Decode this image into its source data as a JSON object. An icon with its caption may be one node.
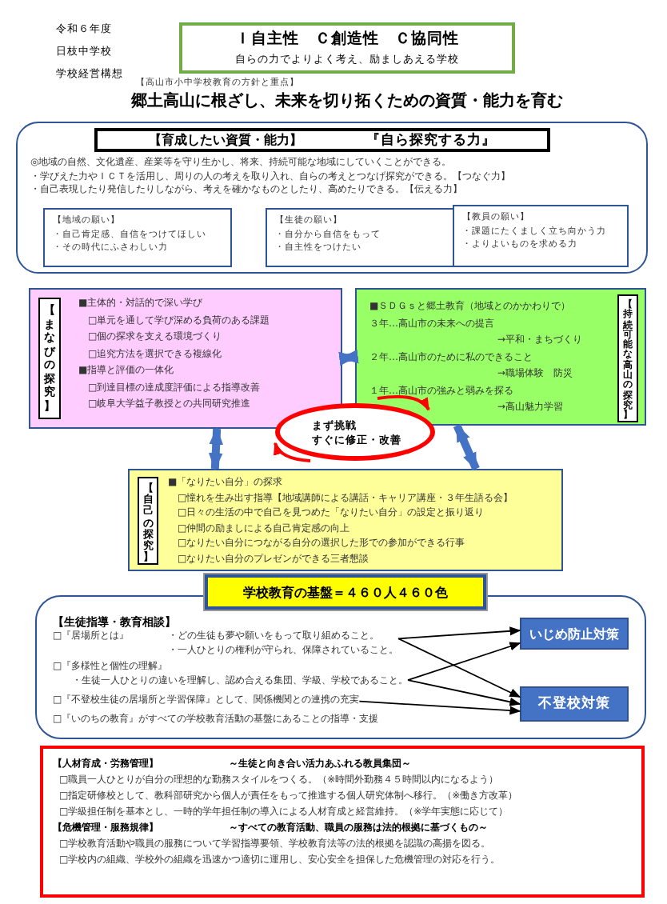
{
  "diagram": {
    "title": "郷土高山に根ざし、未来を切り拓くための資質・能力を育む",
    "nodes": [
      {
        "text": [
          "Ｉ自主性　Ｃ創造性　Ｃ協同性",
          "自らの力でよりよく考え、励ましあえる学校"
        ]
      },
      {
        "text": [
          "◎地域の自然、文化遺産、産業等を守り生かし、将来、持続可能な地域にしていくことができる。",
          "・学びえた力やＩＣＴを活用し、周りの人の考えを取り入れ、自らの考えとつなげ探究ができる。【つなぐ力】",
          "・自己表現したり発信したりしながら、考えを確かなものとしたり、高めたりできる。【伝える力】"
        ]
      },
      {
        "text": [
          "【育成したい資質・能力】",
          "『自ら探究する力』"
        ],
        "in": 1
      },
      {
        "text": [
          "【地域の願い】",
          "・自己肯定感、自信をつけてほしい",
          "・その時代にふさわしい力"
        ],
        "in": 1
      },
      {
        "text": [
          "【生徒の願い】",
          "・自分から自信をもって",
          "・自主性をつけたい"
        ],
        "in": 1
      },
      {
        "text": [
          "【教員の願い】",
          "・課題にたくましく立ち向かう力",
          "・よりよいものを求める力"
        ],
        "in": 1
      },
      {
        "text": [
          "■主体的・対話的で深い学び",
          "□単元を通して学び深める負荷のある課題",
          "□個の探求を支える環境づくり",
          "□追究方法を選択できる複線化",
          "■指導と評価の一体化",
          "□到達目標の達成度評価による指導改善",
          "□岐阜大学益子教授との共同研究推進"
        ]
      },
      {
        "text": [
          "【まなびの探究】"
        ],
        "in": 6
      },
      {
        "text": [
          "■ＳＤＧｓと郷土教育（地域とのかかわりで）",
          "３年…高山市の未来への提言",
          "→平和・まちづくり",
          "２年…高山市のために私のできること",
          "→職場体験　防災",
          "１年…高山市の強みと弱みを探る",
          "→高山魅力学習"
        ]
      },
      {
        "text": [
          "【持続可能な高山の探究】"
        ],
        "in": 8
      },
      {
        "text": [
          "まず挑戦",
          "すぐに修正・改善"
        ]
      },
      {
        "text": [
          "■「なりたい自分」の探求",
          "□憧れを生み出す指導【地域講師による講話・キャリア講座・３年生語る会】",
          "□日々の生活の中で自己を見つめた「なりたい自分」の設定と振り返り",
          "□仲間の励ましによる自己肯定感の向上",
          "□なりたい自分につながる自分の選択した形での参加ができる行事",
          "□なりたい自分のプレゼンができる三者懇談"
        ]
      },
      {
        "text": [
          "【自己の探究】"
        ],
        "in": 11
      },
      {
        "text": [
          "学校教育の基盤＝４６０人４６０色"
        ]
      },
      {
        "text": [
          "【生徒指導・教育相談】",
          "□『いのちの教育』がすべての学校教育活動の基盤にあることの指導・支援"
        ]
      },
      {
        "text": [
          "□『居場所とは』",
          "・どの生徒も夢や願いをもって取り組めること。",
          "・一人ひとりの権利が守られ、保障されていること。"
        ],
        "in": 14
      },
      {
        "text": [
          "□『多様性と個性の理解』",
          "・生徒一人ひとりの違いを理解し、認め合える集団、学級、学校であること。"
        ],
        "in": 14
      },
      {
        "text": [
          "□『不登校生徒の居場所と学習保障』として、関係機関との連携の充実"
        ],
        "in": 14
      },
      {
        "text": [
          "いじめ防止対策"
        ],
        "in": 14
      },
      {
        "text": [
          "不登校対策"
        ],
        "in": 14
      },
      {
        "text": [
          "【人材育成・労務管理】",
          "～生徒と向き合い活力あふれる教員集団～",
          "□職員一人ひとりが自分の理想的な勤務スタイルをつくる。（※時間外勤務４５時間以内になるよう）",
          "□指定研修校として、教科部研究から個人が責任をもって推進する個人研究体制へ移行。（※働き方改革）",
          "□学級担任制を基本とし、一時的学年担任制の導入による人材育成と経営維持。（※学年実態に応じて）",
          "【危機管理・服務規律】",
          "～すべての教育活動、職員の服務は法的根拠に基づくもの～",
          "□学校教育活動や職員の服務について学習指導要領、学校教育法等の法的根拠を認識の高揚を図る。",
          "□学校内の組織、学校外の組織を迅速かつ適切に運用し、安心安全を担保した危機管理の対応を行う。"
        ]
      }
    ],
    "edges": [
      {
        "from": 6,
        "to": 8,
        "arrow": "both",
        "style": "thick",
        "color": "#4472c4"
      },
      {
        "from": 6,
        "to": 11,
        "arrow": "both",
        "style": "thick",
        "color": "#4472c4"
      },
      {
        "from": 8,
        "to": 11,
        "arrow": "both",
        "style": "thick",
        "color": "#4472c4"
      },
      {
        "from": 15,
        "to": 18,
        "arrow": "to"
      },
      {
        "from": 15,
        "to": 19,
        "arrow": "to"
      },
      {
        "from": 16,
        "to": 18,
        "arrow": "to"
      },
      {
        "from": 16,
        "to": 19,
        "arrow": "to"
      },
      {
        "from": 17,
        "to": 19,
        "arrow": "to"
      }
    ],
    "labels": [
      "令和６年度",
      "日枝中学校",
      "学校経営構想",
      "【高山市小中学校教育の方針と重点】"
    ]
  }
}
